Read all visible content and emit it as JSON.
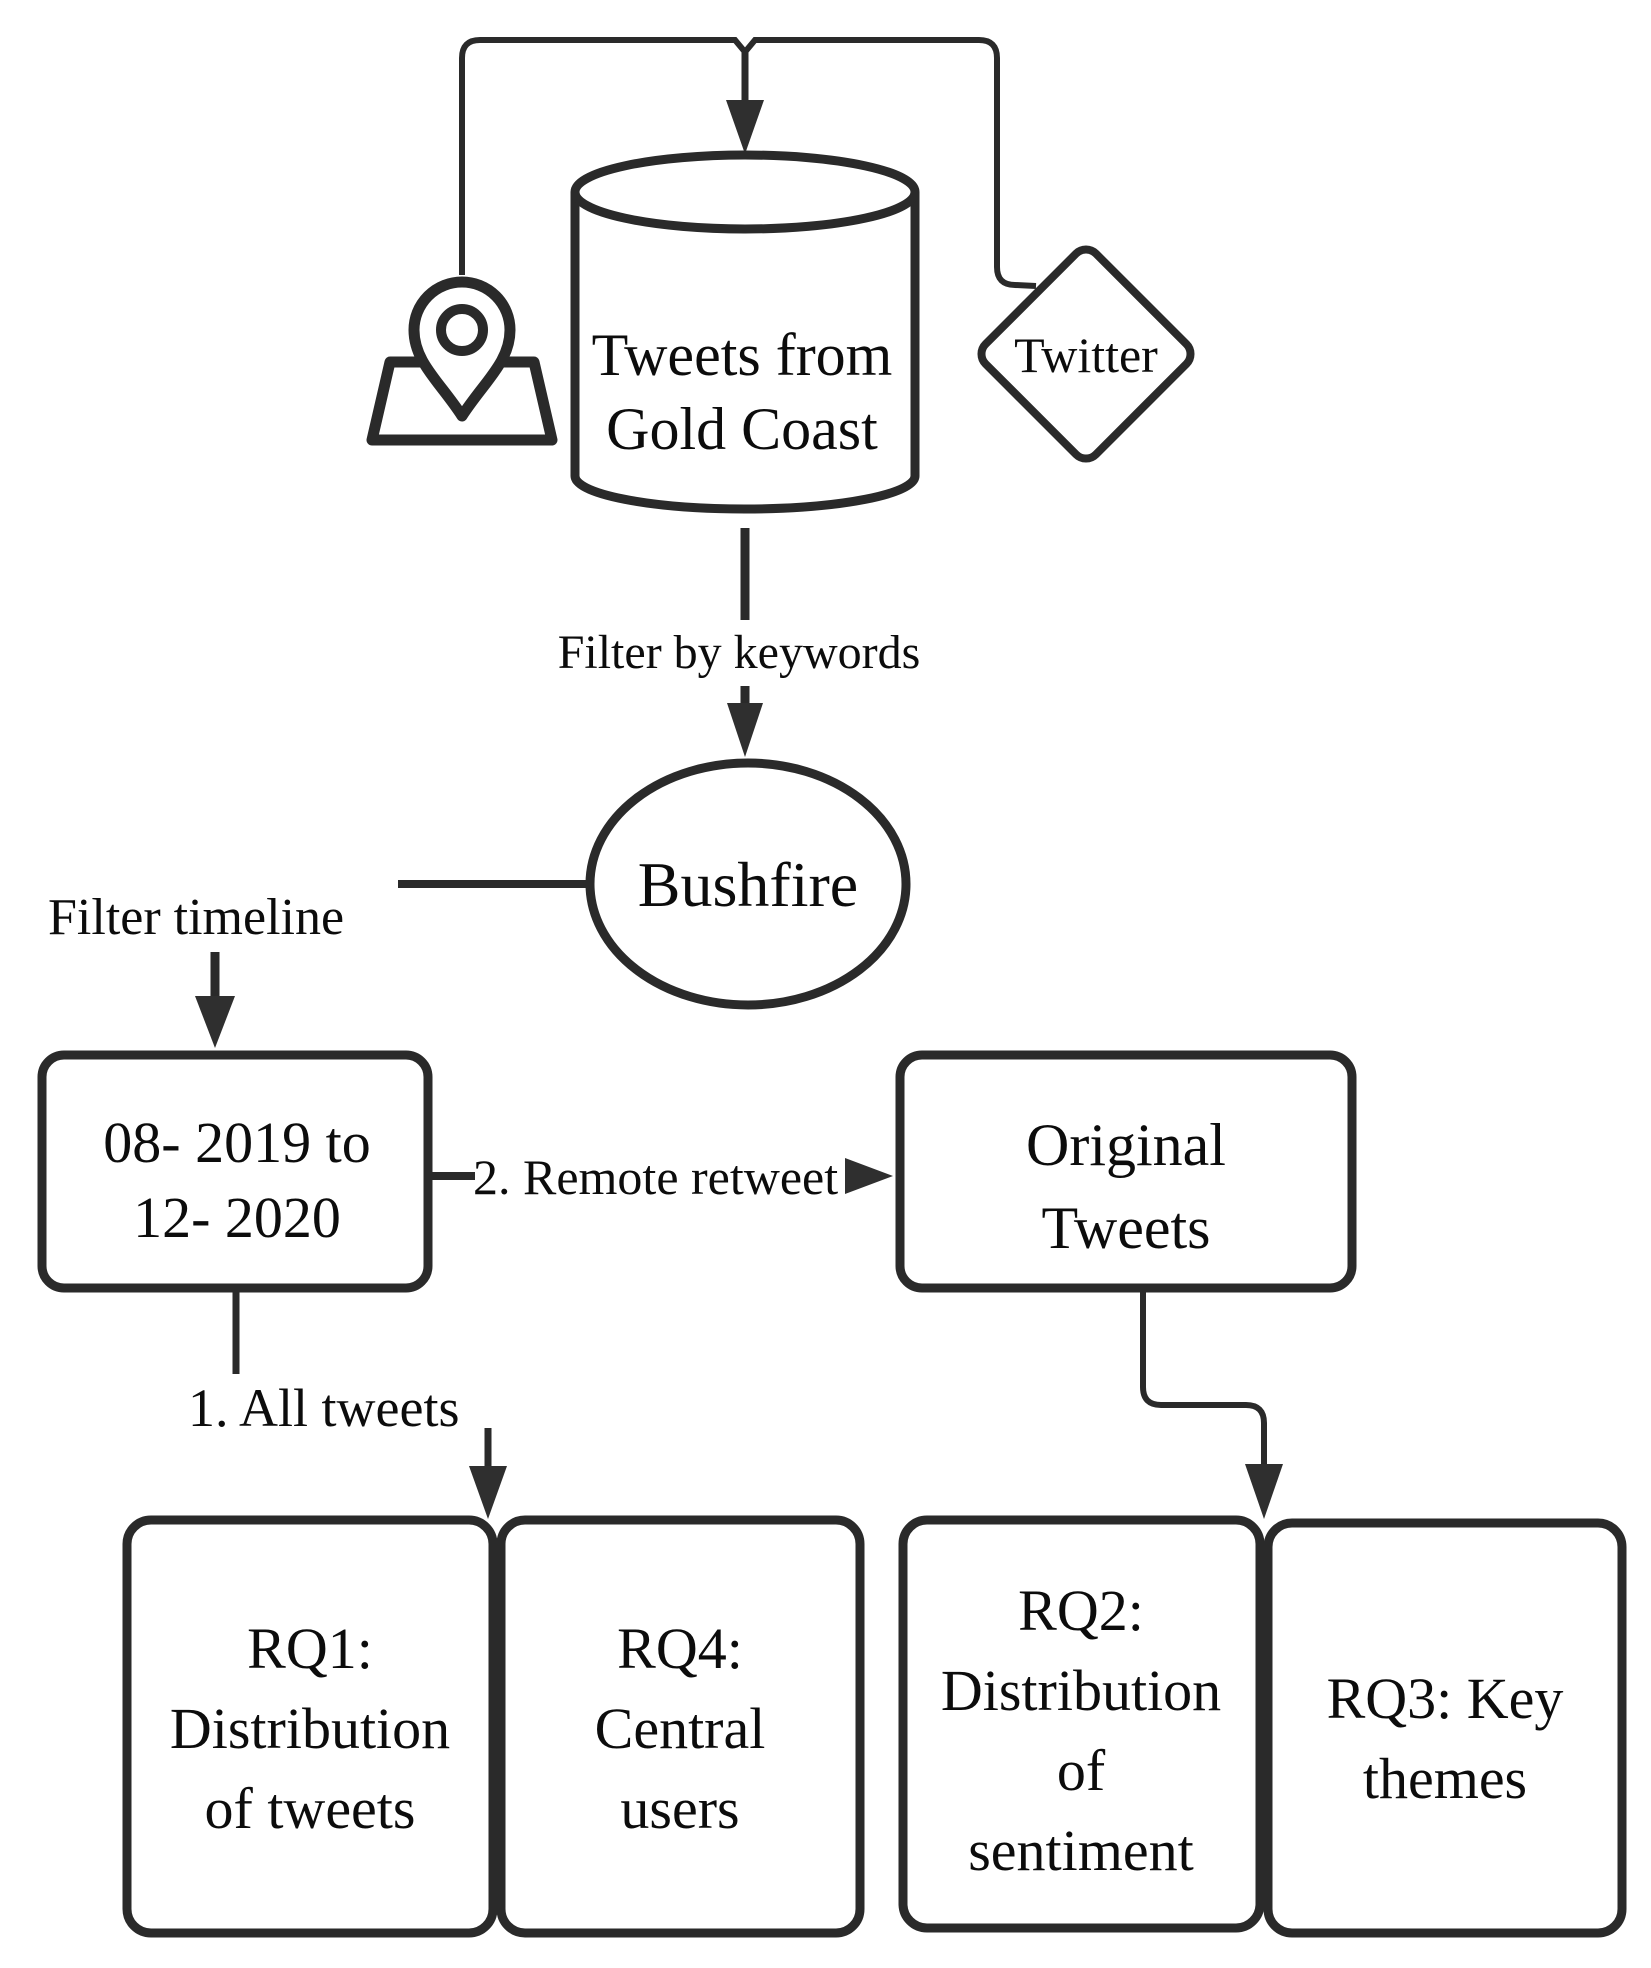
{
  "diagram_type": "flowchart",
  "colors": {
    "background": "#ffffff",
    "stroke": "#2a2a2a",
    "text": "#0c0c0c"
  },
  "nodes": {
    "source_db": {
      "shape": "cylinder",
      "lines": [
        "Tweets from",
        "Gold Coast"
      ]
    },
    "twitter": {
      "shape": "diamond",
      "label": "Twitter"
    },
    "bushfire": {
      "shape": "ellipse",
      "label": "Bushfire"
    },
    "date_range": {
      "shape": "rounded-rect",
      "lines": [
        "08- 2019 to",
        "12- 2020"
      ]
    },
    "original_tweets": {
      "shape": "rounded-rect",
      "lines": [
        "Original",
        "Tweets"
      ]
    },
    "rq1": {
      "shape": "rounded-rect",
      "lines": [
        "RQ1:",
        "Distribution",
        "of tweets"
      ]
    },
    "rq4": {
      "shape": "rounded-rect",
      "lines": [
        "RQ4:",
        "Central",
        "users"
      ]
    },
    "rq2": {
      "shape": "rounded-rect",
      "lines": [
        "RQ2:",
        "Distribution",
        "of",
        "sentiment"
      ]
    },
    "rq3": {
      "shape": "rounded-rect",
      "lines": [
        "RQ3: Key",
        "themes"
      ]
    }
  },
  "labels": {
    "filter_by_keywords": "Filter by keywords",
    "filter_timeline": "Filter timeline",
    "all_tweets": "1. All tweets",
    "remote_retweet": "2. Remote retweet"
  },
  "icons": {
    "map_pin": "map-location-pin"
  }
}
